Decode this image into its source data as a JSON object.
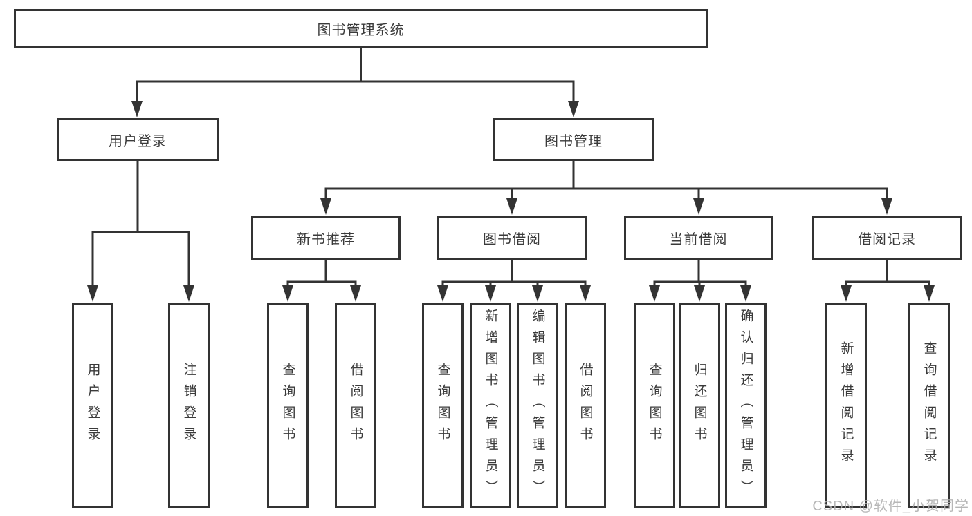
{
  "diagram": {
    "nodes": {
      "root": "图书管理系统",
      "login": "用户登录",
      "book_mgmt": "图书管理",
      "new_book": "新书推荐",
      "borrow": "图书借阅",
      "current": "当前借阅",
      "history": "借阅记录",
      "leaf_user_login": "用户登录",
      "leaf_logout": "注销登录",
      "leaf_nb_query_books": "查询图书",
      "leaf_nb_borrow_books": "借阅图书",
      "leaf_bw_query_books": "查询图书",
      "leaf_bw_add_books": "新增图书（管理员）",
      "leaf_bw_edit_books": "编辑图书（管理员）",
      "leaf_bw_borrow_books": "借阅图书",
      "leaf_cur_query_books": "查询图书",
      "leaf_cur_return_books": "归还图书",
      "leaf_cur_confirm_return": "确认归还（管理员）",
      "leaf_his_add_record": "新增借阅记录",
      "leaf_his_query_record": "查询借阅记录"
    },
    "colors": {
      "line": "#333333",
      "box_border": "#333333",
      "box_fill": "#ffffff",
      "text": "#3a3a3a",
      "background": "#ffffff"
    }
  },
  "watermark": {
    "text": "CSDN @软件_小贺同学",
    "color": "#b0b0b0"
  }
}
